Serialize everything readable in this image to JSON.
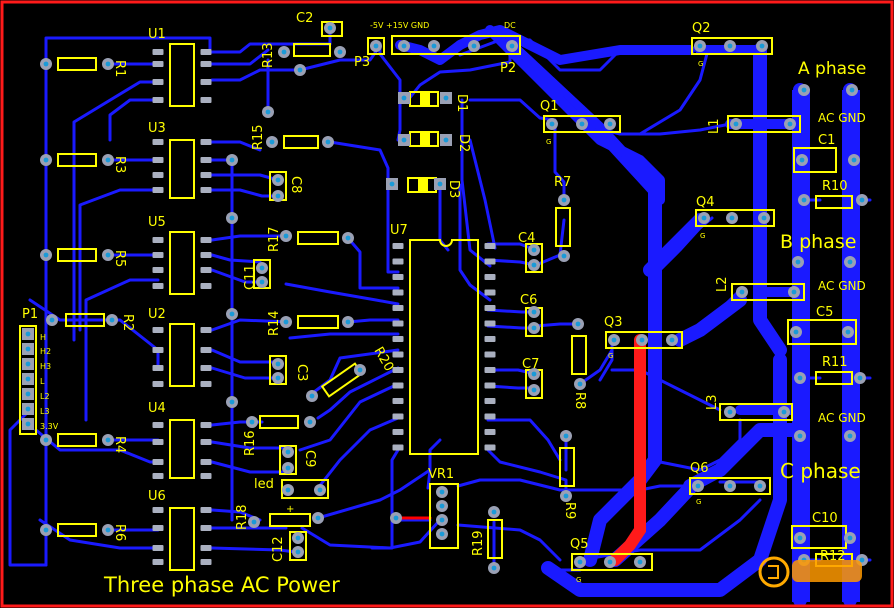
{
  "board": {
    "title": "Three phase AC Power",
    "colors": {
      "background": "#000000",
      "border": "#ff1a1a",
      "trace": "#1a1aff",
      "silkscreen": "#ffff00",
      "pad": "#9aa0b4",
      "red_trace": "#ff0000"
    }
  },
  "labels": {
    "U1": "U1",
    "U2": "U2",
    "U3": "U3",
    "U4": "U4",
    "U5": "U5",
    "U6": "U6",
    "U7": "U7",
    "R1": "R1",
    "R2": "R2",
    "R3": "R3",
    "R4": "R4",
    "R5": "R5",
    "R6": "R6",
    "R7": "R7",
    "R8": "R8",
    "R9": "R9",
    "R10": "R10",
    "R11": "R11",
    "R12": "R12",
    "R13": "R13",
    "R14": "R14",
    "R15": "R15",
    "R16": "R16",
    "R17": "R17",
    "R18": "R18",
    "R19": "R19",
    "R20": "R20",
    "C1": "C1",
    "C2": "C2",
    "C3": "C3",
    "C4": "C4",
    "C5": "C5",
    "C6": "C6",
    "C7": "C7",
    "C8": "C8",
    "C9": "C9",
    "C10": "C10",
    "C11": "C11",
    "C12": "C12",
    "Q1": "Q1",
    "Q2": "Q2",
    "Q3": "Q3",
    "Q4": "Q4",
    "Q5": "Q5",
    "Q6": "Q6",
    "D1": "D1",
    "D2": "D2",
    "D3": "D3",
    "L1": "L1",
    "L2": "L2",
    "L3": "L3",
    "P1": "P1",
    "P2": "P2",
    "P3": "P3",
    "VR1": "VR1",
    "led": "led",
    "G": "G",
    "plus": "+",
    "P2_pins": "-5V  +15V  GND",
    "P2_dc": "DC",
    "phase_a": "A phase",
    "phase_b": "B phase",
    "phase_c": "C phase",
    "ac_gnd": "AC  GND",
    "p1_pins": [
      "H",
      "H2",
      "H3",
      "L",
      "L2",
      "L3",
      "3.3V"
    ]
  }
}
